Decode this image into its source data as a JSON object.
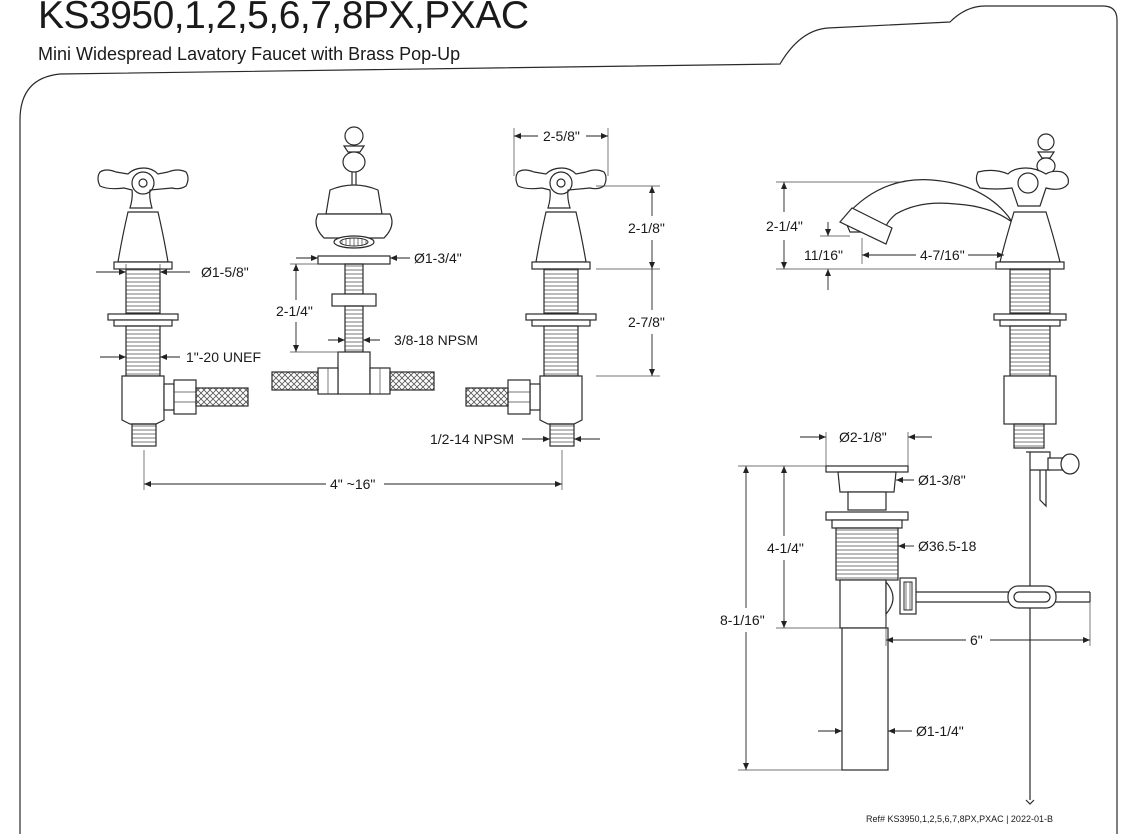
{
  "header": {
    "title": "KS3950,1,2,5,6,7,8PX,PXAC",
    "subtitle": "Mini Widespread Lavatory Faucet with Brass Pop-Up"
  },
  "footer": {
    "reference": "Ref# KS3950,1,2,5,6,7,8PX,PXAC | 2022-01-B"
  },
  "dimensions": {
    "handle_shank_dia": "Ø1-5/8\"",
    "handle_thread": "1\"-20 UNEF",
    "spout_base_dia": "Ø1-3/4\"",
    "spout_shank_length": "2-1/4\"",
    "spout_thread": "3/8-18 NPSM",
    "handle_width": "2-5/8\"",
    "handle_height": "2-1/8\"",
    "handle_shank_length": "2-7/8\"",
    "inlet_thread": "1/2-14 NPSM",
    "spread": "4\" ~16\"",
    "spout_height": "2-1/4\"",
    "spout_outlet_height": "11/16\"",
    "spout_reach": "4-7/16\"",
    "drain_flange_dia": "Ø2-1/8\"",
    "drain_cap_dia": "Ø1-3/8\"",
    "drain_body_length": "4-1/4\"",
    "drain_thread": "Ø36.5-18",
    "drain_total_length": "8-1/16\"",
    "pivot_rod_length": "6\"",
    "tailpiece_dia": "Ø1-1/4\""
  }
}
